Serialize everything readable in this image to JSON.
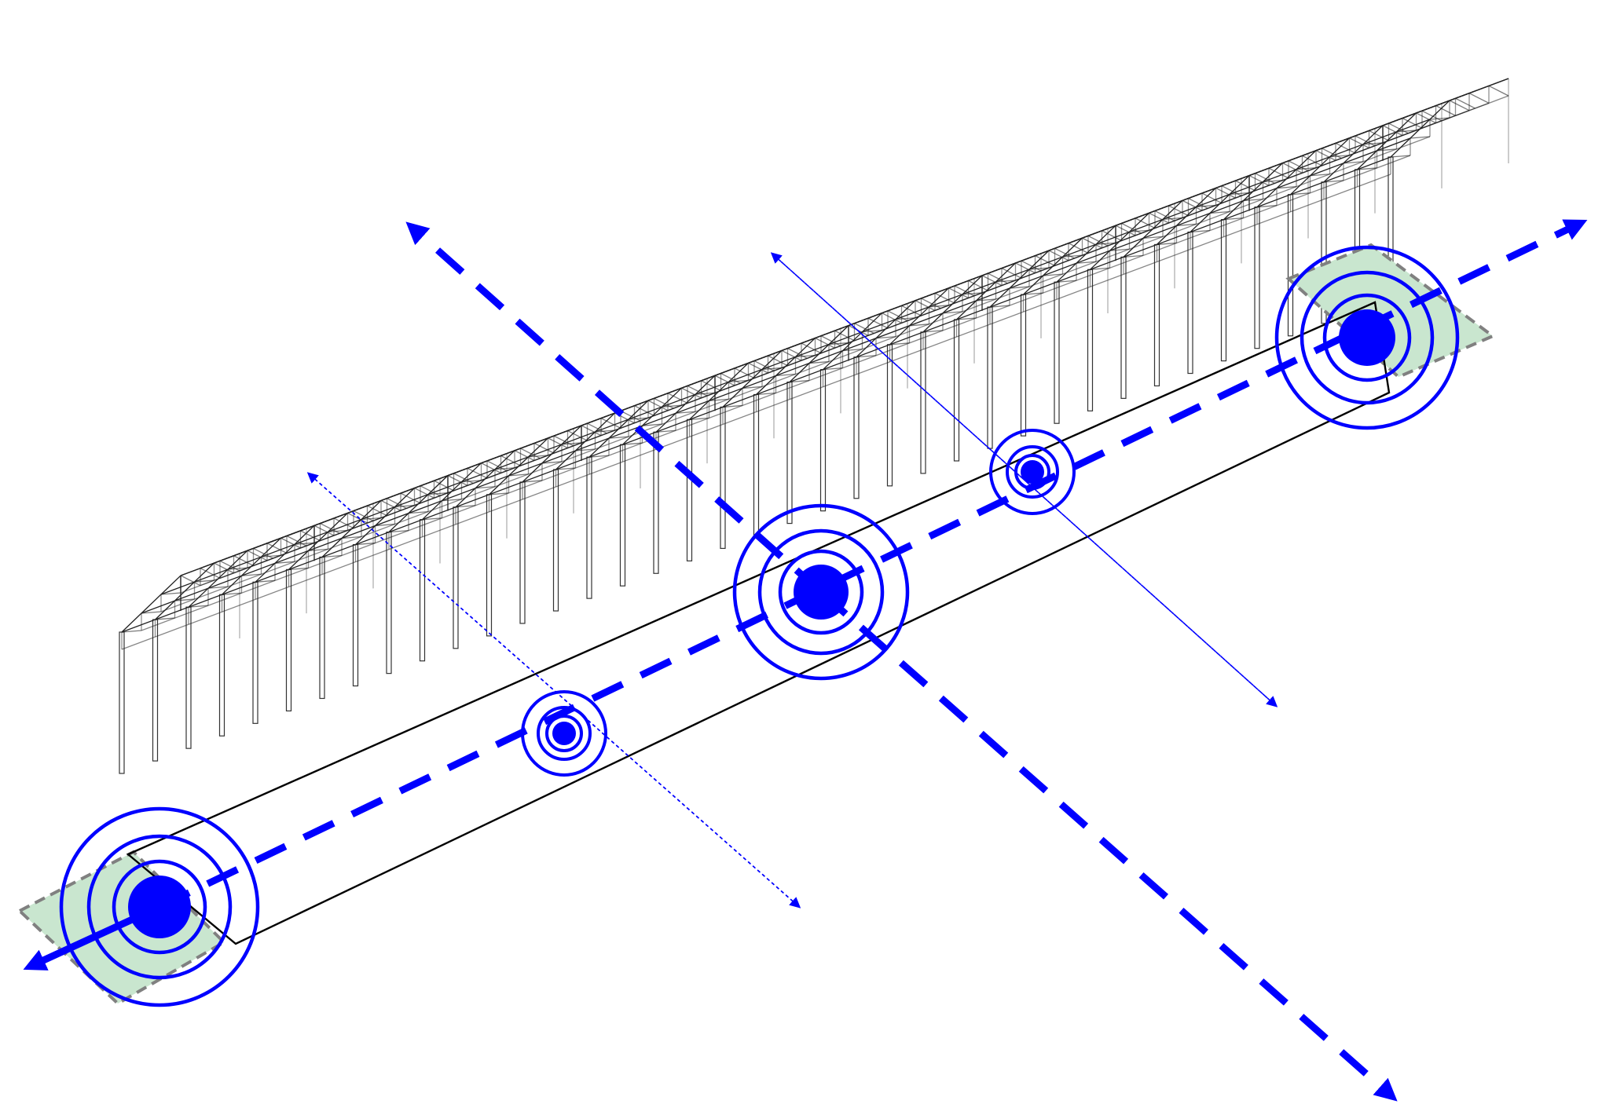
{
  "diagram": {
    "colors": {
      "accent": "#0000ff",
      "site_fill": "#c9e6cf",
      "site_edge": "#808080",
      "frame": "#222222",
      "background": "#ffffff"
    },
    "elements": {
      "roof_structure": "space-frame-roof-with-columns",
      "main_axis": "dashed-arrow-main-axis",
      "cross_axis": "dashed-arrow-cross-axis",
      "minor_axes": "dotted-arrow-minor-axes",
      "nodes": [
        {
          "id": "end-node-left",
          "kind": "large"
        },
        {
          "id": "small-node-left",
          "kind": "small"
        },
        {
          "id": "center-node",
          "kind": "large"
        },
        {
          "id": "small-node-right",
          "kind": "small"
        },
        {
          "id": "end-node-right",
          "kind": "large"
        }
      ],
      "site_patches": [
        "green-patch-left",
        "green-patch-right"
      ]
    }
  }
}
